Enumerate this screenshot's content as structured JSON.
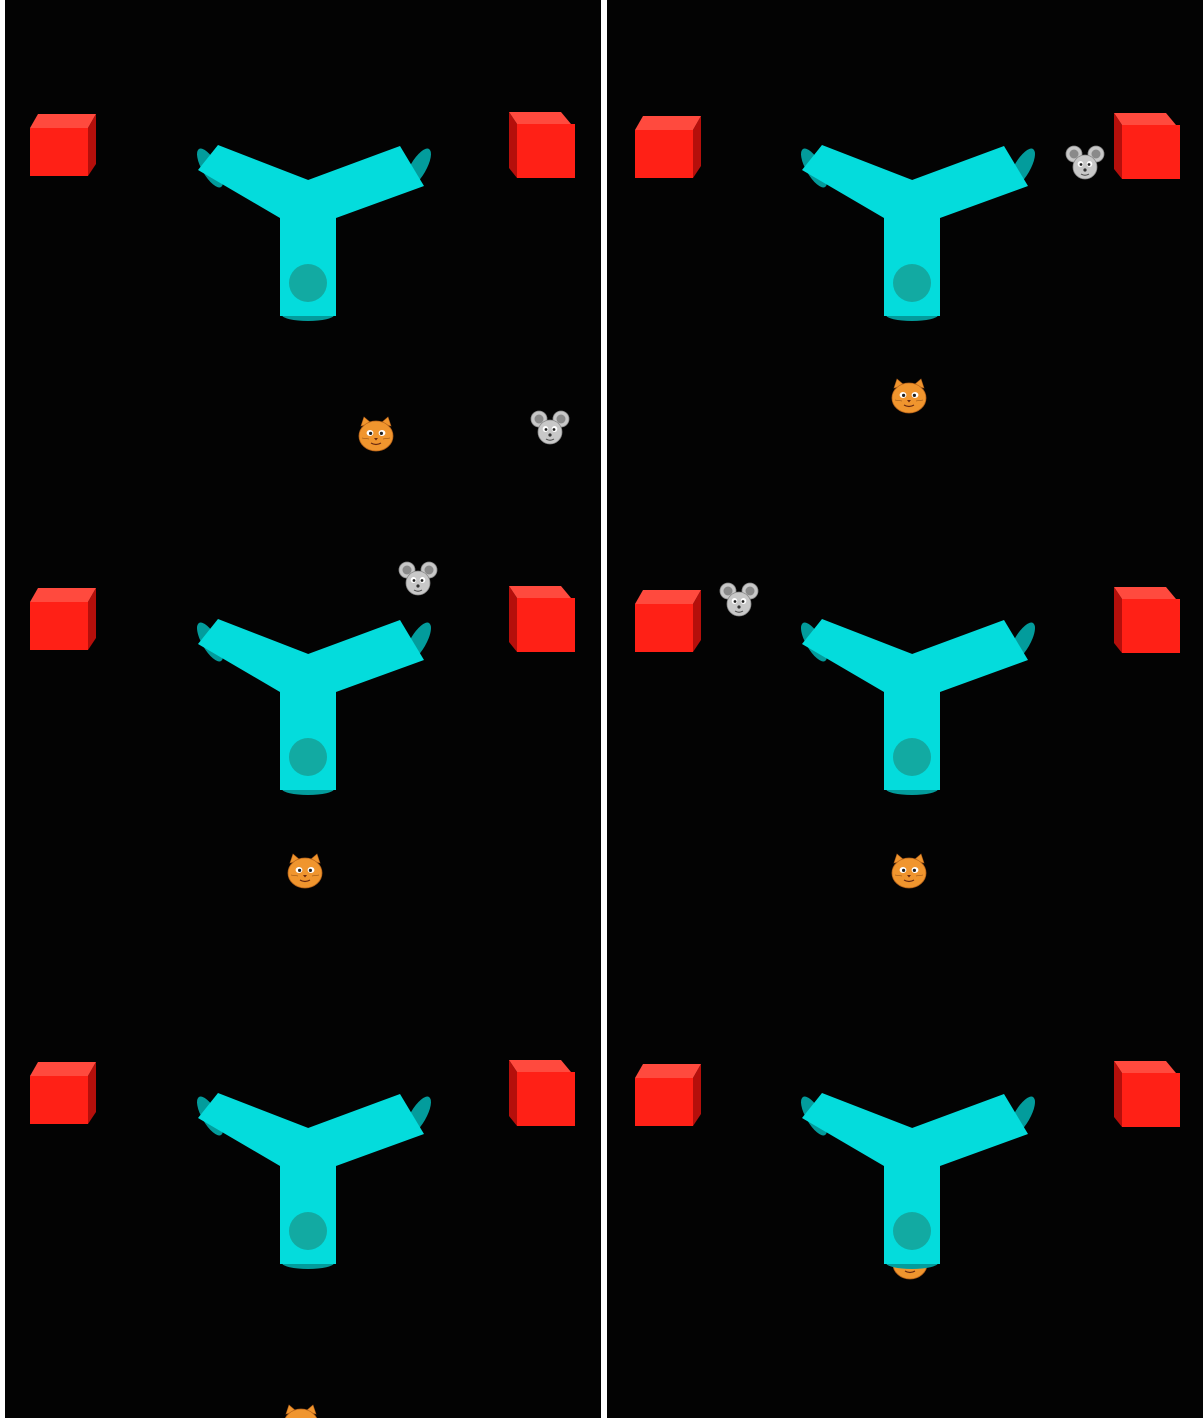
{
  "colors": {
    "background": "#030303",
    "divider": "#ffffff",
    "box_front": "#ff2016",
    "box_top": "#ff4a3e",
    "box_side": "#b50f0b",
    "maze": "#04dcdc",
    "maze_end": "#039c9c",
    "start_circle": "#12aaa2",
    "cat": "#f0952e",
    "mouse": "#c8c8c8"
  },
  "sprites": {
    "boxes": "red-box-icon",
    "maze": "y-maze",
    "cat": "cat-face-icon",
    "mouse": "mouse-face-icon"
  },
  "panels": [
    {
      "name": "left",
      "frames": [
        {
          "index": 1,
          "cat": true,
          "mouse": true
        },
        {
          "index": 2,
          "cat": true,
          "mouse": true
        },
        {
          "index": 3,
          "cat": true,
          "mouse": false
        }
      ]
    },
    {
      "name": "right",
      "frames": [
        {
          "index": 1,
          "cat": true,
          "mouse": true
        },
        {
          "index": 2,
          "cat": true,
          "mouse": true
        },
        {
          "index": 3,
          "cat": true,
          "mouse": false
        }
      ]
    }
  ]
}
